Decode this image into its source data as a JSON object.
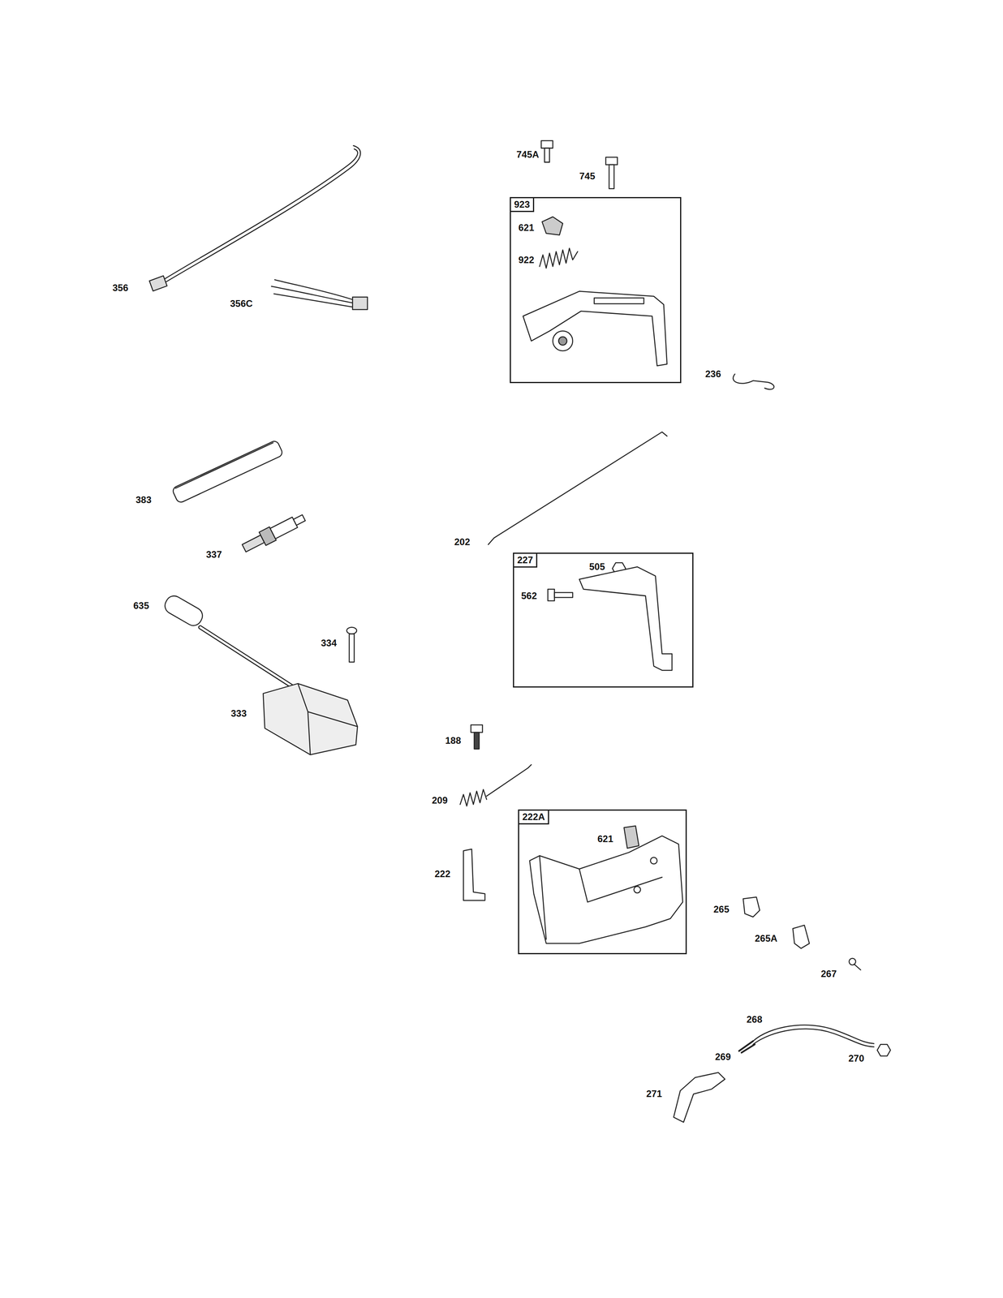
{
  "diagram": {
    "nodes": [
      {
        "text": [
          "923"
        ]
      },
      {
        "text": [
          "227"
        ]
      },
      {
        "text": [
          "222A"
        ]
      }
    ],
    "labels": [
      "745A",
      "745",
      "621",
      "922",
      "236",
      "356",
      "356C",
      "383",
      "337",
      "202",
      "505",
      "562",
      "635",
      "334",
      "333",
      "188",
      "209",
      "621",
      "222",
      "265",
      "265A",
      "267",
      "268",
      "269",
      "270",
      "271"
    ]
  }
}
